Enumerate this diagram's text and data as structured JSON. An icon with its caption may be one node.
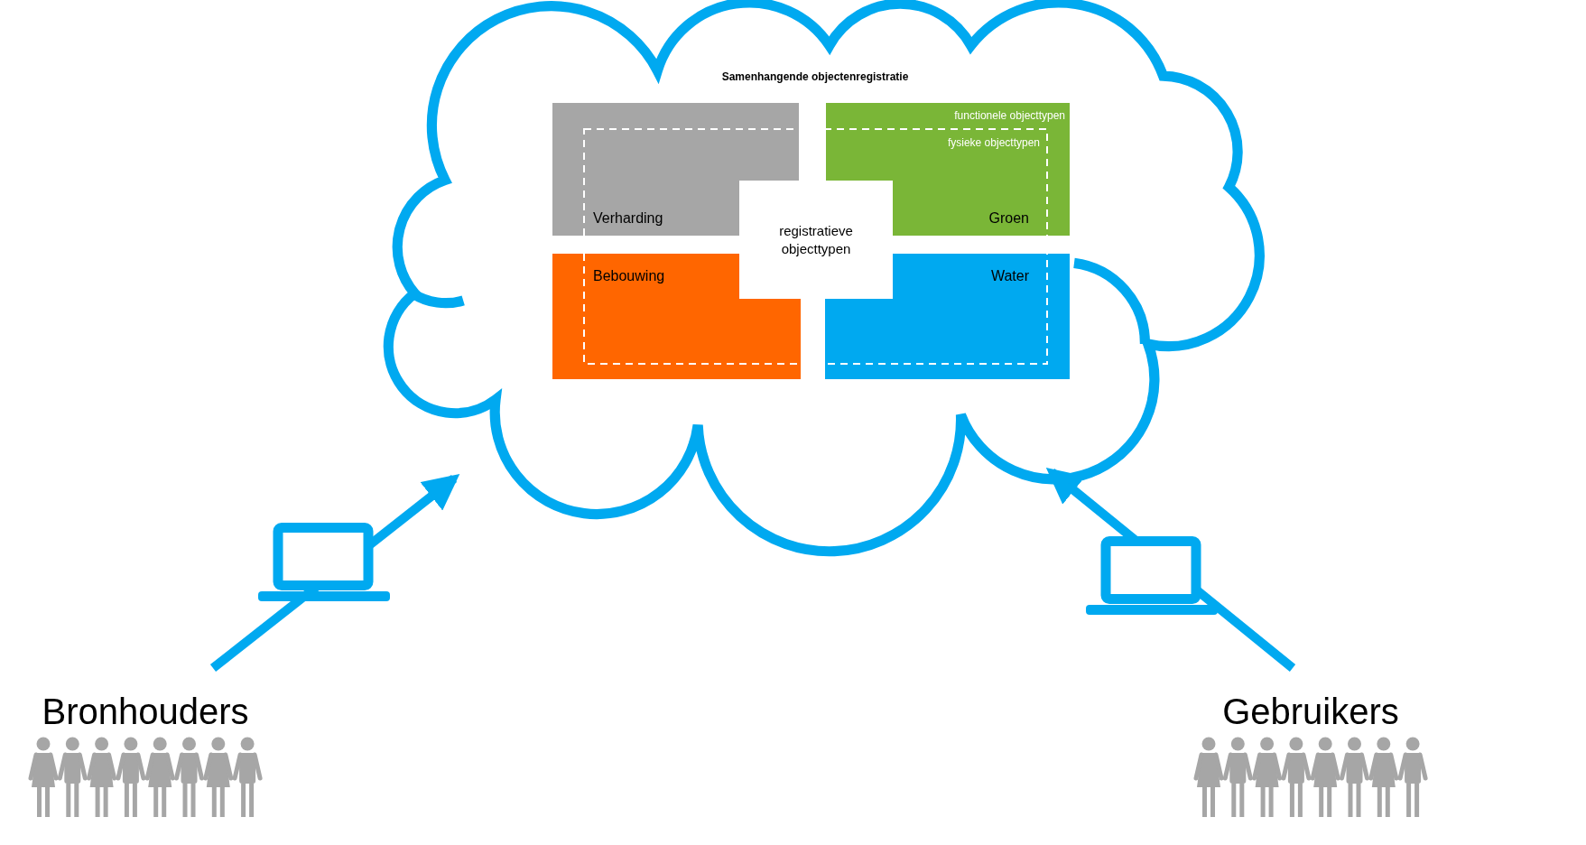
{
  "diagram": {
    "nodes": [
      {
        "text": [
          "Samenhangende objectenregistratie"
        ]
      },
      {
        "text": [
          "Verharding"
        ],
        "in": 0
      },
      {
        "text": [
          "Groen"
        ],
        "in": 0
      },
      {
        "text": [
          "Bebouwing"
        ],
        "in": 0
      },
      {
        "text": [
          "Water"
        ],
        "in": 0
      },
      {
        "text": [
          "registratieve objecttypen"
        ],
        "in": 0
      },
      {
        "text": [
          "Bronhouders"
        ]
      },
      {
        "text": [
          "Gebruikers"
        ]
      }
    ],
    "edges": [
      {
        "from": 6,
        "to": 0,
        "arrow": "to"
      },
      {
        "from": 7,
        "to": 0,
        "arrow": "to"
      }
    ],
    "labels": [
      "functionele objecttypen",
      "fysieke objecttypen"
    ]
  }
}
